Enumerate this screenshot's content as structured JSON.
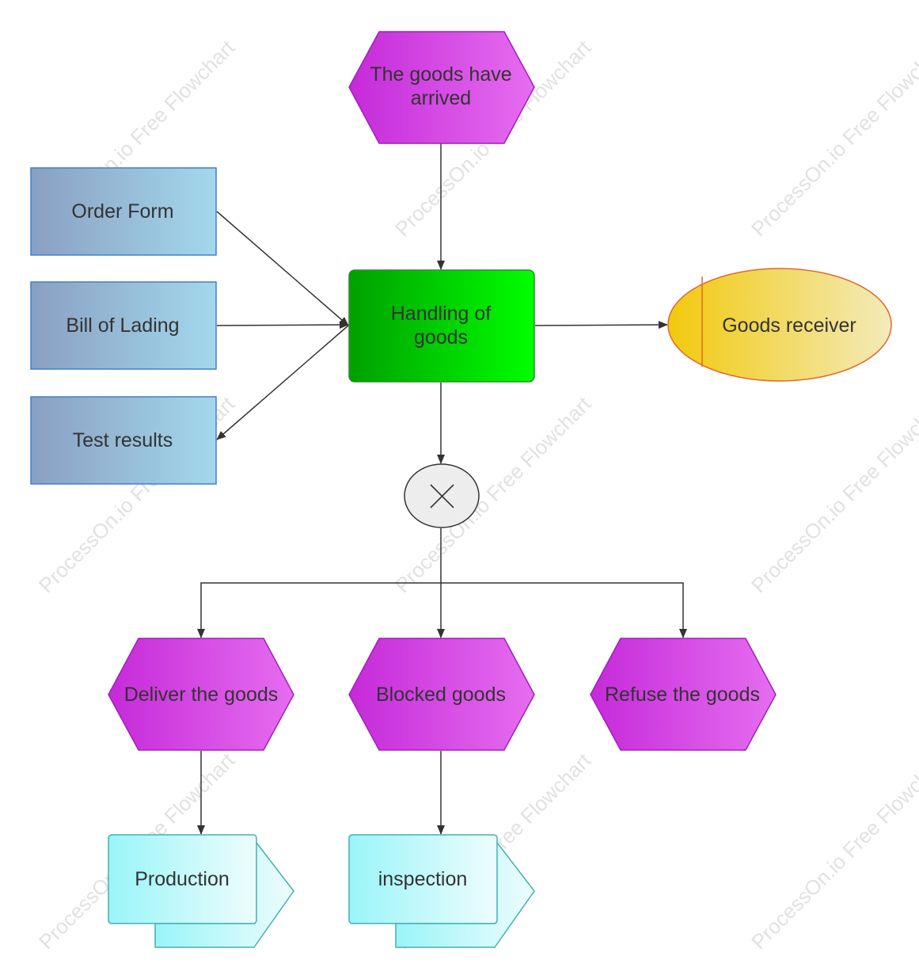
{
  "diagram": {
    "nodes": {
      "goods_arrived": {
        "lines": [
          "The goods have",
          "arrived"
        ]
      },
      "order_form": {
        "label": "Order Form"
      },
      "bill_of_lading": {
        "label": "Bill of Lading"
      },
      "test_results": {
        "label": "Test results"
      },
      "handling": {
        "lines": [
          "Handling of",
          "goods"
        ]
      },
      "goods_receiver": {
        "label": "Goods receiver"
      },
      "xor_gate": {
        "symbol": "×"
      },
      "deliver": {
        "label": "Deliver the goods"
      },
      "blocked": {
        "label": "Blocked goods"
      },
      "refuse": {
        "label": "Refuse the goods"
      },
      "production": {
        "label": "Production"
      },
      "inspection": {
        "label": "inspection"
      }
    },
    "watermark": "ProcessOn.io Free Flowchart"
  },
  "colors": {
    "event_fill_start": "#c52ad9",
    "event_fill_end": "#e66df0",
    "event_stroke": "#a020b8",
    "doc_fill_start": "#8a9fc2",
    "doc_fill_end": "#a3d8ec",
    "doc_stroke": "#3f7fcf",
    "func_fill_start": "#00a000",
    "func_fill_end": "#00ff00",
    "func_stroke": "#2e8b2e",
    "org_fill_start": "#f2c90c",
    "org_fill_end": "#f3ebbb",
    "org_stroke": "#e06a2a",
    "proc_fill_start": "#99f5f8",
    "proc_fill_end": "#eefcfd",
    "proc_stroke": "#43b0b4",
    "gate_fill": "#ededed",
    "line": "#333333"
  }
}
